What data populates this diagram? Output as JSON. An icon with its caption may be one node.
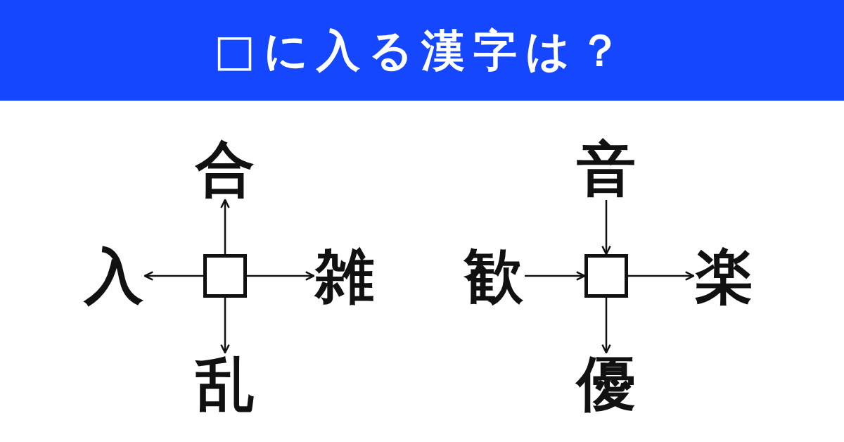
{
  "diagram": {
    "title": "□に入る漢字は？",
    "nodes": [
      {
        "text": [
          "合"
        ]
      },
      {
        "text": [
          "入"
        ]
      },
      {
        "text": [],
        "shape": "box"
      },
      {
        "text": [
          "雑"
        ]
      },
      {
        "text": [
          "乱"
        ]
      },
      {
        "text": [
          "音"
        ]
      },
      {
        "text": [
          "歓"
        ]
      },
      {
        "text": [],
        "shape": "box"
      },
      {
        "text": [
          "楽"
        ]
      },
      {
        "text": [
          "優"
        ]
      }
    ],
    "edges": [
      {
        "from": 2,
        "to": 0,
        "arrow": "to"
      },
      {
        "from": 2,
        "to": 1,
        "arrow": "to"
      },
      {
        "from": 2,
        "to": 3,
        "arrow": "to"
      },
      {
        "from": 2,
        "to": 4,
        "arrow": "to"
      },
      {
        "from": 5,
        "to": 7,
        "arrow": "to"
      },
      {
        "from": 6,
        "to": 7,
        "arrow": "to"
      },
      {
        "from": 7,
        "to": 8,
        "arrow": "to"
      },
      {
        "from": 7,
        "to": 9,
        "arrow": "to"
      }
    ]
  }
}
